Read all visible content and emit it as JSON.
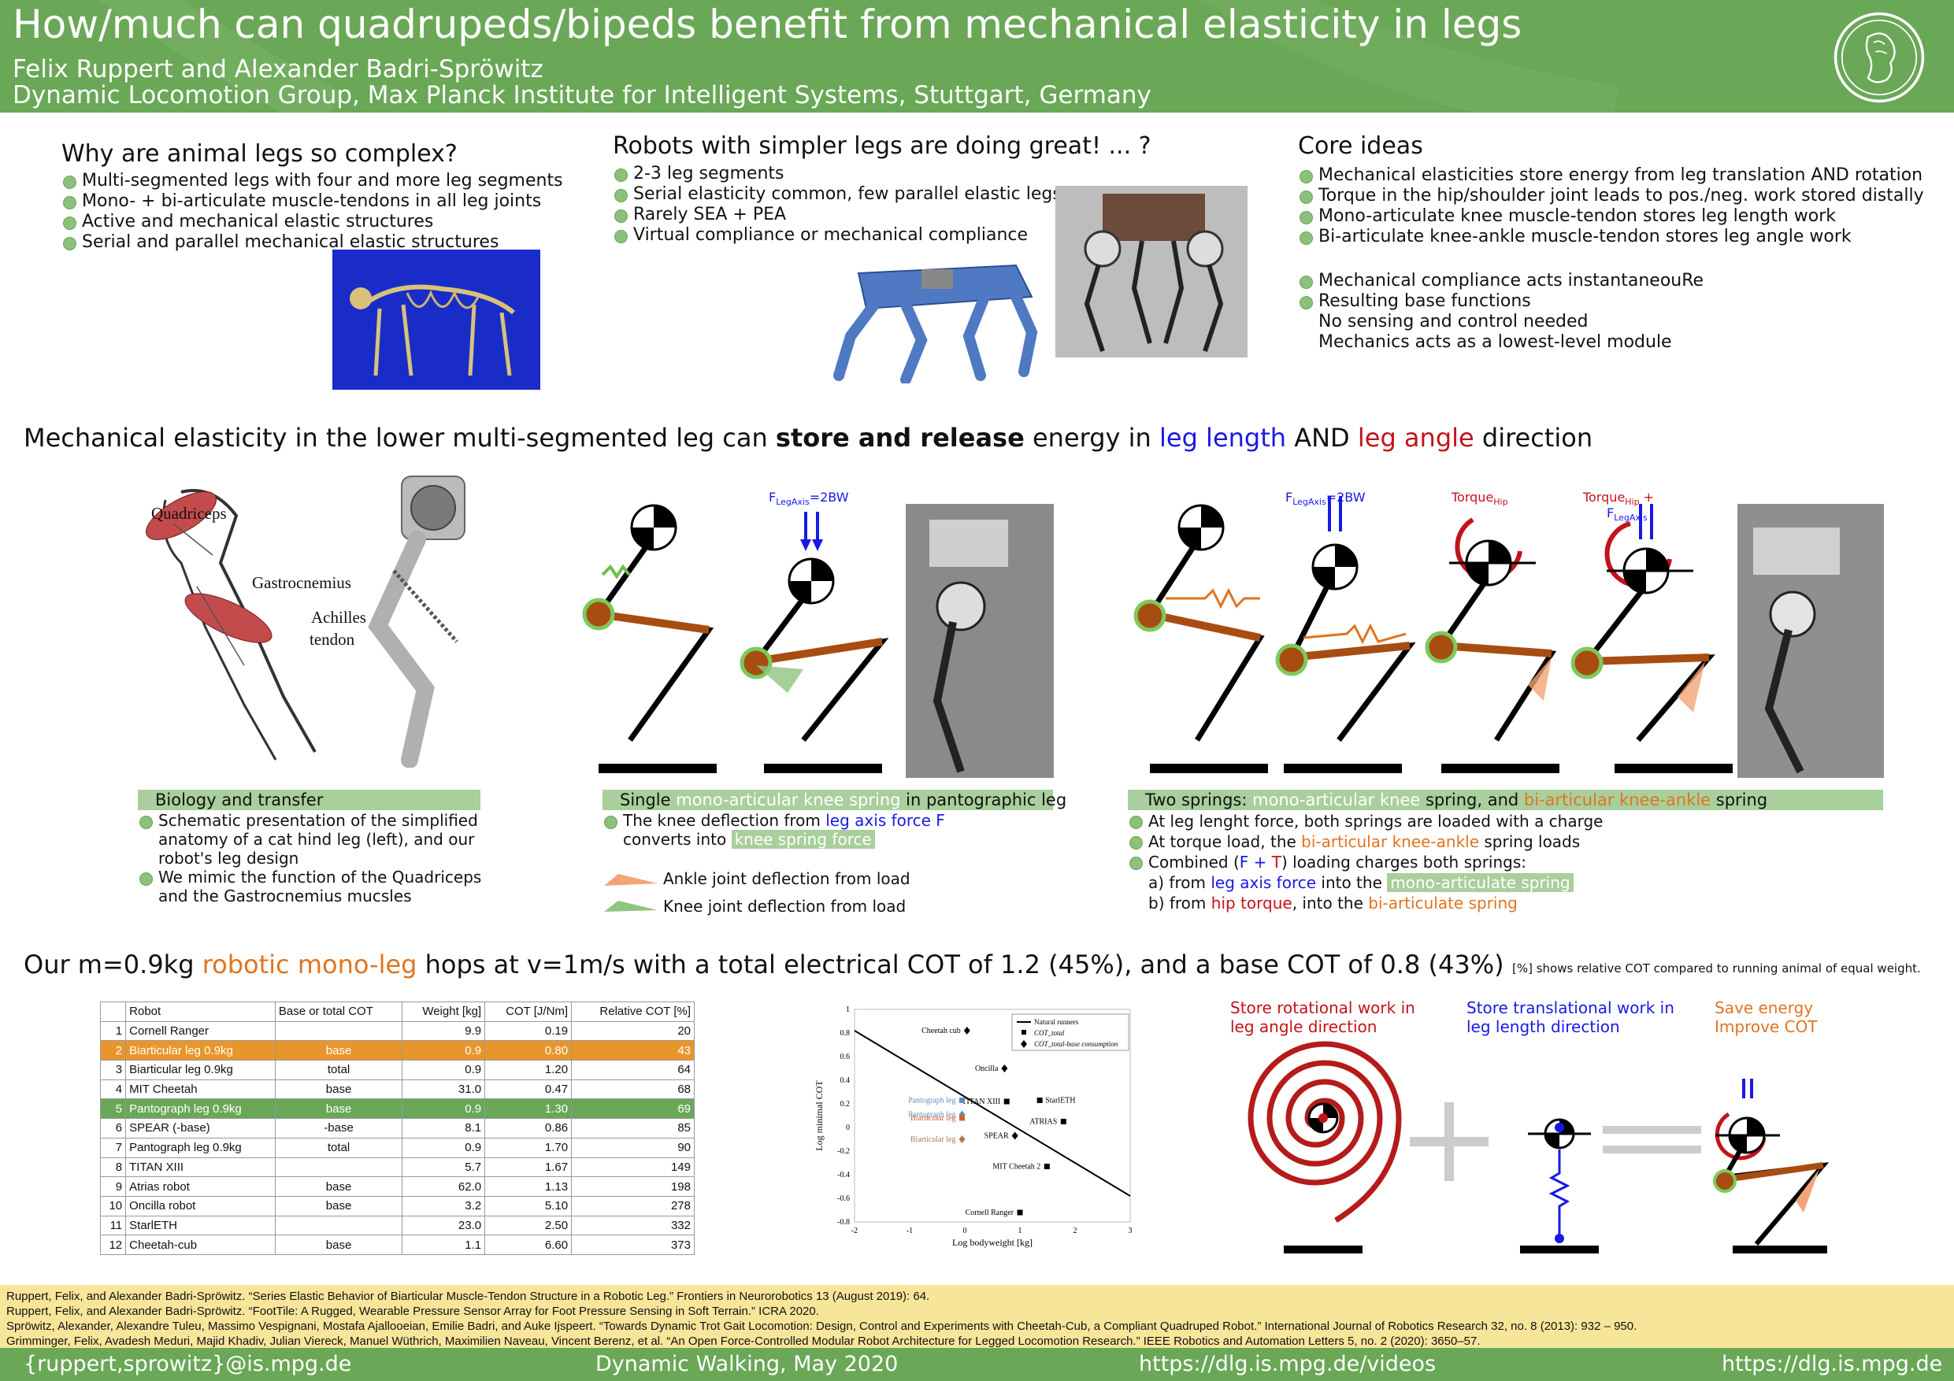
{
  "header": {
    "title": "How/much can quadrupeds/bipeds benefit from mechanical elasticity in legs",
    "authors": "Felix Ruppert and Alexander Badri-Spröwitz",
    "affiliation": "Dynamic Locomotion Group, Max Planck Institute for Intelligent Systems, Stuttgart, Germany"
  },
  "colors": {
    "header_green": "#6aa757",
    "light_green": "#a9cf9c",
    "blue": "#1919e6",
    "red": "#c4121a",
    "orange": "#e07420",
    "ref_yellow": "#f7e59a"
  },
  "why": {
    "title": "Why are animal legs so complex?",
    "items": [
      "Multi-segmented legs with four and more leg segments",
      "Mono- + bi-articulate muscle-tendons in all leg joints",
      "Active and mechanical elastic structures",
      "Serial and parallel mechanical elastic structures"
    ]
  },
  "robots": {
    "title": "Robots with simpler legs are doing great! ... ?",
    "items": [
      "2-3 leg segments",
      "Serial elasticity common, few parallel elastic legs",
      "Rarely SEA + PEA",
      "Virtual compliance or mechanical compliance"
    ]
  },
  "core": {
    "title": "Core ideas",
    "items": [
      "Mechanical elasticities store energy from leg translation AND rotation",
      "Torque in the hip/shoulder joint leads to pos./neg. work stored distally",
      "Mono-articulate knee muscle-tendon stores leg length work",
      "Bi-articulate knee-ankle muscle-tendon stores leg angle work"
    ],
    "items2": [
      "Mechanical compliance acts instantaneouRe",
      "Resulting base functions"
    ],
    "plain": [
      "No sensing and control needed",
      "Mechanics acts as a lowest-level module"
    ]
  },
  "mech": {
    "pre": "Mechanical elasticity in the lower multi-segmented leg can ",
    "bold": "store and release",
    "mid": " energy in ",
    "leg_length": "leg length",
    "and": " AND ",
    "leg_angle": "leg angle",
    "post": " direction"
  },
  "anatomy": {
    "quadriceps": "Quadriceps",
    "gastro": "Gastrocnemius",
    "achilles": "Achilles",
    "tendon": "tendon"
  },
  "forces": {
    "f": "F",
    "legaxis": "LegAxis",
    "eq": "=2BW",
    "torque": "Torque",
    "hip": "Hip",
    "plus": " +"
  },
  "bio": {
    "bar": "Biology and transfer",
    "items": [
      "Schematic presentation of the simplified anatomy of a cat hind leg (left), and our robot's leg design",
      "We mimic the function of the Quadriceps and the Gastrocnemius mucsles"
    ]
  },
  "single": {
    "bar_pre": "Single ",
    "bar_hl": "mono-articular knee spring",
    "bar_post": " in pantographic leg",
    "item_pre": "The knee deflection from ",
    "item_blue": "leg axis force F",
    "item_mid": "converts into ",
    "item_hl": "knee spring force",
    "ankle_legend": "Ankle joint deflection from load",
    "knee_legend": "Knee joint deflection from load"
  },
  "two": {
    "bar_pre": "Two springs: ",
    "bar_hl": "mono-articular knee",
    "bar_mid": " spring, and ",
    "bar_orange": "bi-articular knee-ankle",
    "bar_post": " spring",
    "item1": "At leg lenght force, both springs are loaded with a charge",
    "item2_pre": "At torque load, the ",
    "item2_orange": "bi-articular knee-ankle",
    "item2_post": " spring loads",
    "item3_pre": "Combined (",
    "item3_f": "F",
    "item3_plus": " + ",
    "item3_t": "T",
    "item3_post": ") loading charges both springs:",
    "a_pre": "a) from ",
    "a_blue": "leg axis force",
    "a_mid": " into the ",
    "a_hl": "mono-articulate spring",
    "b_pre": "b) from ",
    "b_red": "hip torque",
    "b_mid": ", into the ",
    "b_orange": "bi-articulate spring"
  },
  "hop": {
    "pre": "Our m=0.9kg ",
    "orange": "robotic mono-leg",
    "post": " hops at v=1m/s with a total electrical COT of 1.2 (45%), and a base COT of 0.8 (43%)",
    "note": "[%] shows relative COT compared to running animal of equal weight."
  },
  "table": {
    "headers": [
      "",
      "Robot",
      "Base or total COT",
      "Weight [kg]",
      "COT [J/Nm]",
      "Relative COT [%]"
    ],
    "rows": [
      [
        "1",
        "Cornell Ranger",
        "",
        "9.9",
        "0.19",
        "20"
      ],
      [
        "2",
        "Biarticular leg 0.9kg",
        "base",
        "0.9",
        "0.80",
        "43"
      ],
      [
        "3",
        "Biarticular leg 0.9kg",
        "total",
        "0.9",
        "1.20",
        "64"
      ],
      [
        "4",
        "MIT Cheetah",
        "base",
        "31.0",
        "0.47",
        "68"
      ],
      [
        "5",
        "Pantograph leg 0.9kg",
        "base",
        "0.9",
        "1.30",
        "69"
      ],
      [
        "6",
        "SPEAR (-base)",
        "-base",
        "8.1",
        "0.86",
        "85"
      ],
      [
        "7",
        "Pantograph leg 0.9kg",
        "total",
        "0.9",
        "1.70",
        "90"
      ],
      [
        "8",
        "TITAN XIII",
        "",
        "5.7",
        "1.67",
        "149"
      ],
      [
        "9",
        "Atrias robot",
        "base",
        "62.0",
        "1.13",
        "198"
      ],
      [
        "10",
        "Oncilla robot",
        "base",
        "3.2",
        "5.10",
        "278"
      ],
      [
        "11",
        "StarlETH",
        "",
        "23.0",
        "2.50",
        "332"
      ],
      [
        "12",
        "Cheetah-cub",
        "base",
        "1.1",
        "6.60",
        "373"
      ]
    ]
  },
  "chart_data": {
    "type": "scatter",
    "xlabel": "Log bodyweight [kg]",
    "ylabel": "Log minimal COT",
    "xlim": [
      -2,
      3
    ],
    "ylim": [
      -0.8,
      1
    ],
    "xticks": [
      "-2",
      "-1",
      "0",
      "1",
      "2",
      "3"
    ],
    "yticks": [
      "1",
      "0.8",
      "0.6",
      "0.4",
      "0.2",
      "0",
      "-0.2",
      "-0.4",
      "-0.6",
      "-0.8"
    ],
    "legend": [
      "Natural runners",
      "COT_total",
      "COT_total-base consumption"
    ],
    "legend_position": "top-right",
    "line": {
      "name": "Natural runners",
      "x": [
        -2,
        3
      ],
      "y": [
        0.82,
        -0.58
      ]
    },
    "points": [
      {
        "label": "Cheetah cub",
        "x": 0.04,
        "y": 0.82,
        "marker": "diamond",
        "color": "#000000"
      },
      {
        "label": "Oncilla",
        "x": 0.72,
        "y": 0.5,
        "marker": "diamond",
        "color": "#000000"
      },
      {
        "label": "TITAN XIII",
        "x": 0.76,
        "y": 0.22,
        "marker": "square",
        "color": "#000000"
      },
      {
        "label": "StarlETH",
        "x": 1.36,
        "y": 0.23,
        "marker": "square",
        "color": "#000000"
      },
      {
        "label": "ATRIAS",
        "x": 1.79,
        "y": 0.05,
        "marker": "square",
        "color": "#000000"
      },
      {
        "label": "SPEAR",
        "x": 0.91,
        "y": -0.07,
        "marker": "diamond",
        "color": "#000000"
      },
      {
        "label": "MIT Cheetah 2",
        "x": 1.49,
        "y": -0.33,
        "marker": "square",
        "color": "#000000"
      },
      {
        "label": "Cornell Ranger",
        "x": 1.0,
        "y": -0.72,
        "marker": "square",
        "color": "#000000"
      },
      {
        "label": "Pantograph leg",
        "x": -0.05,
        "y": 0.23,
        "marker": "square",
        "color": "#5b8fc6"
      },
      {
        "label": "Pantograph leg",
        "x": -0.05,
        "y": 0.11,
        "marker": "diamond",
        "color": "#5b8fc6"
      },
      {
        "label": "Biarticular leg",
        "x": -0.05,
        "y": 0.08,
        "marker": "square",
        "color": "#d9602a"
      },
      {
        "label": "Biarticular leg",
        "x": -0.05,
        "y": -0.1,
        "marker": "diamond",
        "color": "#b5754a"
      }
    ]
  },
  "work": {
    "rot1": "Store rotational work in",
    "rot2": "leg angle direction",
    "trans1": "Store translational work in",
    "trans2": "leg length direction",
    "save1": "Save energy",
    "save2": "Improve COT"
  },
  "references": [
    "Ruppert, Felix, and Alexander Badri-Spröwitz. “Series Elastic Behavior of Biarticular Muscle-Tendon Structure in a Robotic Leg.” Frontiers in Neurorobotics 13 (August 2019): 64.",
    "Ruppert, Felix, and Alexander Badri-Spröwitz. “FootTile: A Rugged, Wearable Pressure Sensor Array for Foot Pressure Sensing in Soft Terrain.” ICRA 2020.",
    "Spröwitz, Alexander, Alexandre Tuleu, Massimo Vespignani, Mostafa Ajallooeian, Emilie Badri, and Auke Ijspeert. “Towards Dynamic Trot Gait Locomotion: Design, Control and Experiments with Cheetah-Cub, a Compliant Quadruped Robot.” International Journal of Robotics Research 32, no. 8 (2013): 932 – 950.",
    "Grimminger, Felix, Avadesh Meduri, Majid Khadiv, Julian Viereck, Manuel Wüthrich, Maximilien Naveau, Vincent Berenz, et al. “An Open Force-Controlled Modular Robot Architecture for Legged Locomotion Research.” IEEE Robotics and Automation Letters 5, no. 2 (2020): 3650–57."
  ],
  "footer": {
    "email": "{ruppert,sprowitz}@is.mpg.de",
    "event": "Dynamic Walking, May 2020",
    "videos": "https://dlg.is.mpg.de/videos",
    "site": "https://dlg.is.mpg.de"
  }
}
